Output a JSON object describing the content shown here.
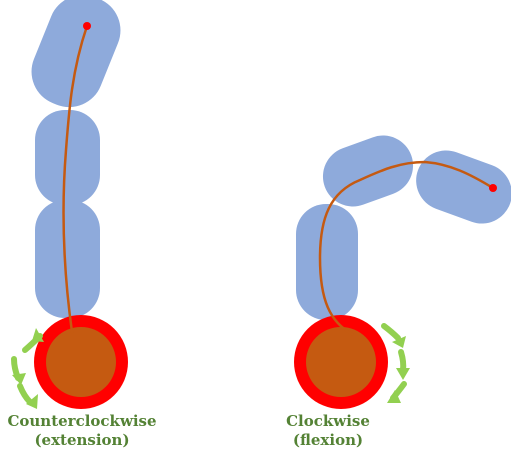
{
  "colors": {
    "segment_fill": "#8eaadb",
    "tendon": "#c55a11",
    "tendon_end": "#ff0000",
    "ring": "#ff0000",
    "pulley_core": "#c55a11",
    "arrow": "#92d050",
    "caption_text": "#548235"
  },
  "left_panel": {
    "rotation": "Counterclockwise",
    "motion": "(extension)",
    "arrow_icon": "curved-arrow-icon"
  },
  "right_panel": {
    "rotation": "Clockwise",
    "motion": "(flexion)",
    "arrow_icon": "curved-arrow-icon"
  }
}
